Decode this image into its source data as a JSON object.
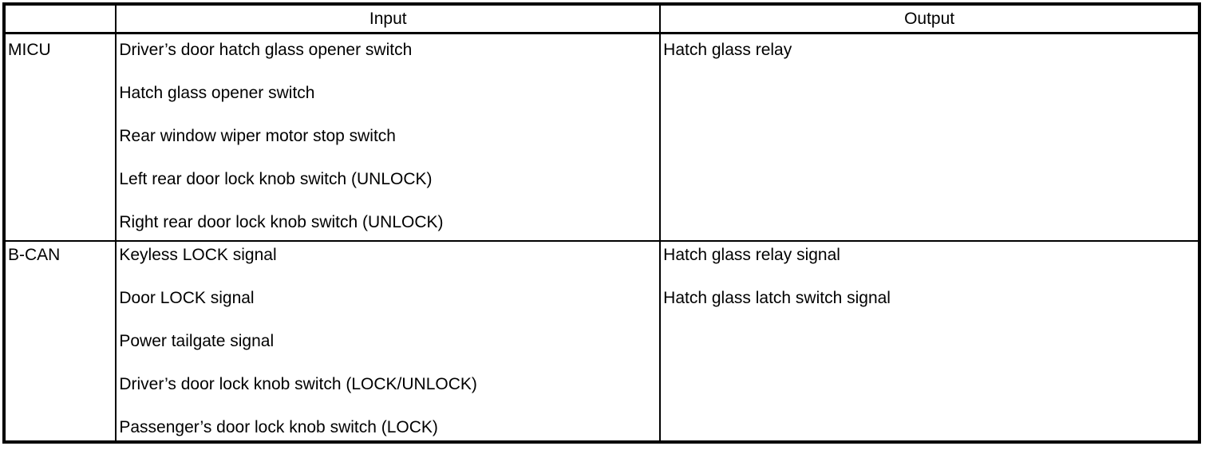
{
  "colors": {
    "border": "#000000",
    "text": "#000000",
    "background": "#ffffff"
  },
  "table": {
    "header": {
      "source": "",
      "input": "Input",
      "output": "Output"
    },
    "rows": [
      {
        "source": "MICU",
        "inputs": [
          "Driver’s door hatch glass opener switch",
          "Hatch glass opener switch",
          "Rear window wiper motor stop switch",
          "Left rear door lock knob switch (UNLOCK)",
          "Right rear door lock knob switch (UNLOCK)"
        ],
        "outputs": [
          "Hatch glass relay"
        ]
      },
      {
        "source": "B-CAN",
        "inputs": [
          "Keyless LOCK signal",
          "Door LOCK signal",
          "Power tailgate signal",
          "Driver’s door lock knob switch (LOCK/UNLOCK)",
          "Passenger’s door lock knob switch (LOCK)"
        ],
        "outputs": [
          "Hatch glass relay signal",
          "Hatch glass latch switch signal"
        ]
      }
    ]
  }
}
